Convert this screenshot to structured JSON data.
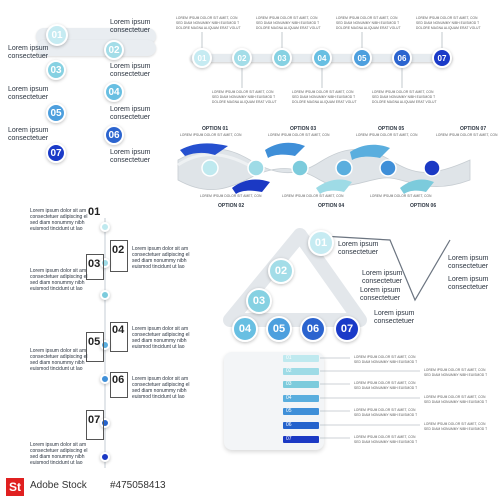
{
  "colors": [
    "#bfe9ef",
    "#9edbe6",
    "#7ccbdc",
    "#5aaede",
    "#3f8fd8",
    "#2563cc",
    "#1b39c4"
  ],
  "watermark": "Adobe Stock",
  "stock_id": "#475058413",
  "lorem_short": "Lorem ipsum",
  "lorem_consectetuer": "consectetuer",
  "lorem_long": [
    "Lorem ipsum dolor sit am",
    "consectetuer adipiscing el",
    "sed diam nonummy nibh",
    "euismod tincidunt ut lao"
  ],
  "lorem_tiny": [
    "LOREM IPSUM DOLOR SIT AMET, CON",
    "SED DIAM NONUMMY NIBH EUISMOD T",
    "DOLORE MAGNA ALIQUAM ERAT VOLUT"
  ],
  "steps": [
    "01",
    "02",
    "03",
    "04",
    "05",
    "06",
    "07"
  ],
  "options_top": [
    "OPTION 01",
    "OPTION 03",
    "OPTION 05",
    "OPTION 07"
  ],
  "options_bottom": [
    "OPTION 02",
    "OPTION 04",
    "OPTION 06"
  ]
}
